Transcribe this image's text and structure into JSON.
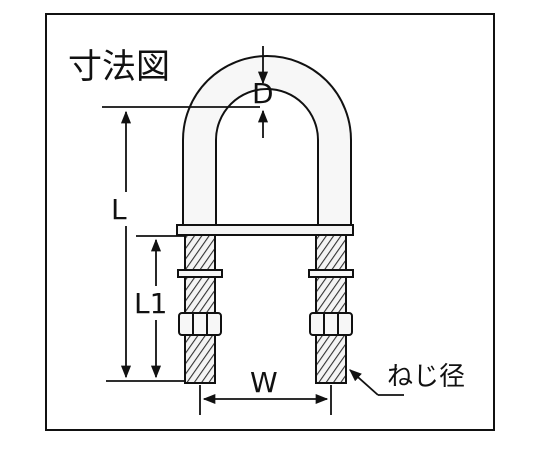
{
  "title": "寸法図",
  "labels": {
    "d": "D",
    "l": "L",
    "l1": "L1",
    "w": "W",
    "thread": "ねじ径"
  }
}
